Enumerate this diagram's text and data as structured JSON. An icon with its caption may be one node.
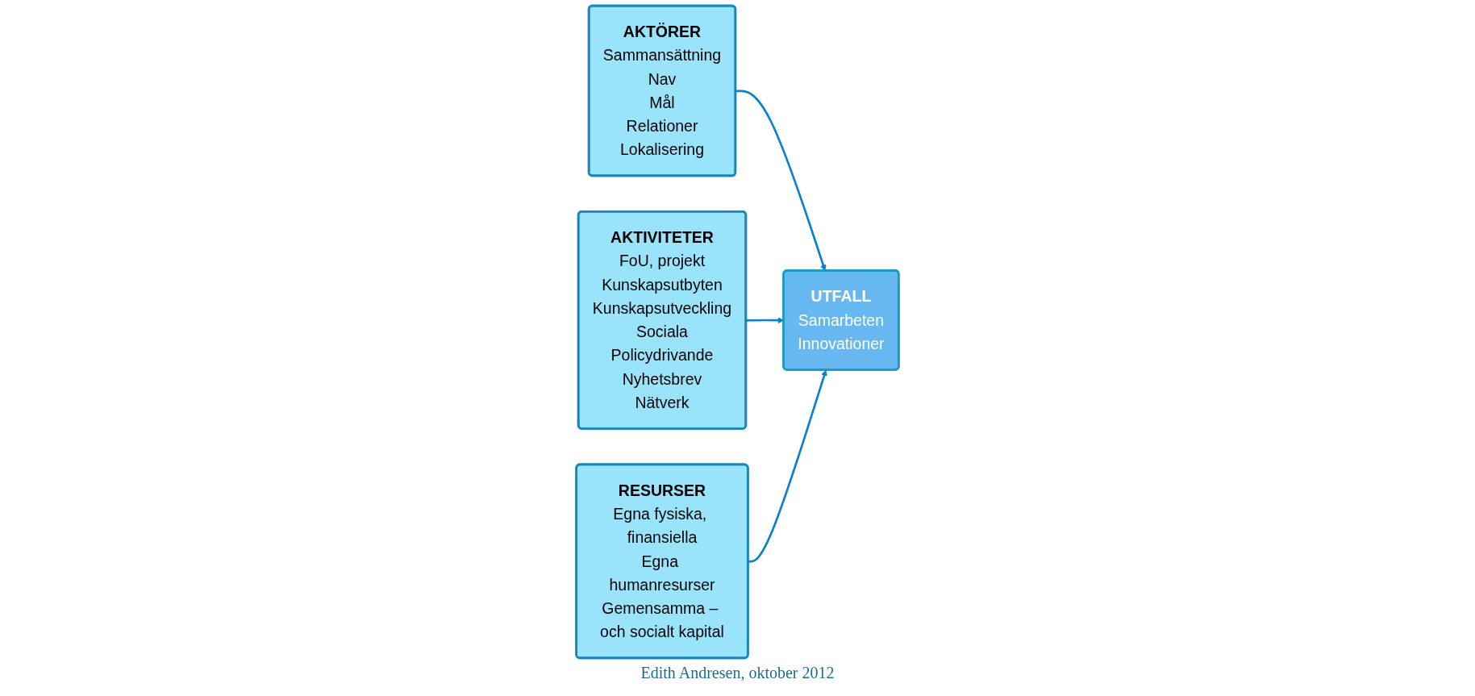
{
  "diagram": {
    "nodes": [
      {
        "text": [
          "AKTÖRER",
          "Sammansättning",
          "Nav",
          "Mål",
          "Relationer",
          "Lokalisering"
        ]
      },
      {
        "text": [
          "UTFALL",
          "Samarbeten",
          "Innovationer"
        ]
      },
      {
        "text": [
          "AKTIVITETER",
          "FoU, projekt",
          "Kunskapsutbyten",
          "Kunskapsutveckling",
          "Sociala",
          "Policydrivande",
          "Nyhetsbrev",
          "Nätverk"
        ]
      },
      {
        "text": [
          "RESURSER",
          "Egna fysiska, finansiella",
          "Egna humanresurser",
          "Gemensamma – och socialt kapital"
        ]
      }
    ],
    "edges": [
      {
        "from": 0,
        "to": 1,
        "arrow": "to"
      },
      {
        "from": 2,
        "to": 1,
        "arrow": "to"
      },
      {
        "from": 3,
        "to": 1,
        "arrow": "to"
      }
    ],
    "labels": [
      "Edith Andresen, oktober 2012"
    ]
  }
}
